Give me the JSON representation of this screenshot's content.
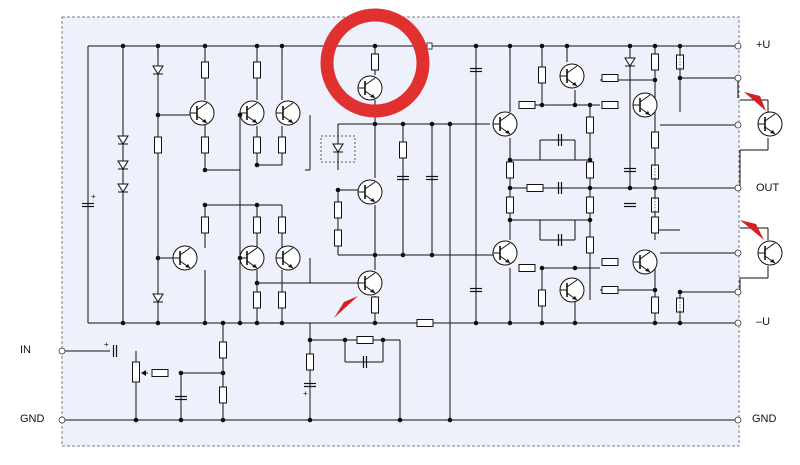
{
  "labels": {
    "plus_u": "+U",
    "out": "OUT",
    "minus_u": "–U",
    "in": "IN",
    "gnd_left": "GND",
    "gnd_right": "GND"
  },
  "colors": {
    "board_fill": "#eef0fb",
    "board_border": "#7a7a8a",
    "wire": "#111111",
    "highlight_circle": "#e03030",
    "arrow": "#d42020"
  },
  "annotations": {
    "highlight": "red-circle-around-upper-transistor",
    "arrows": [
      "red-arrow-output-transistor-upper",
      "red-arrow-output-transistor-lower",
      "red-arrow-vbe-multiplier-transistor"
    ]
  }
}
